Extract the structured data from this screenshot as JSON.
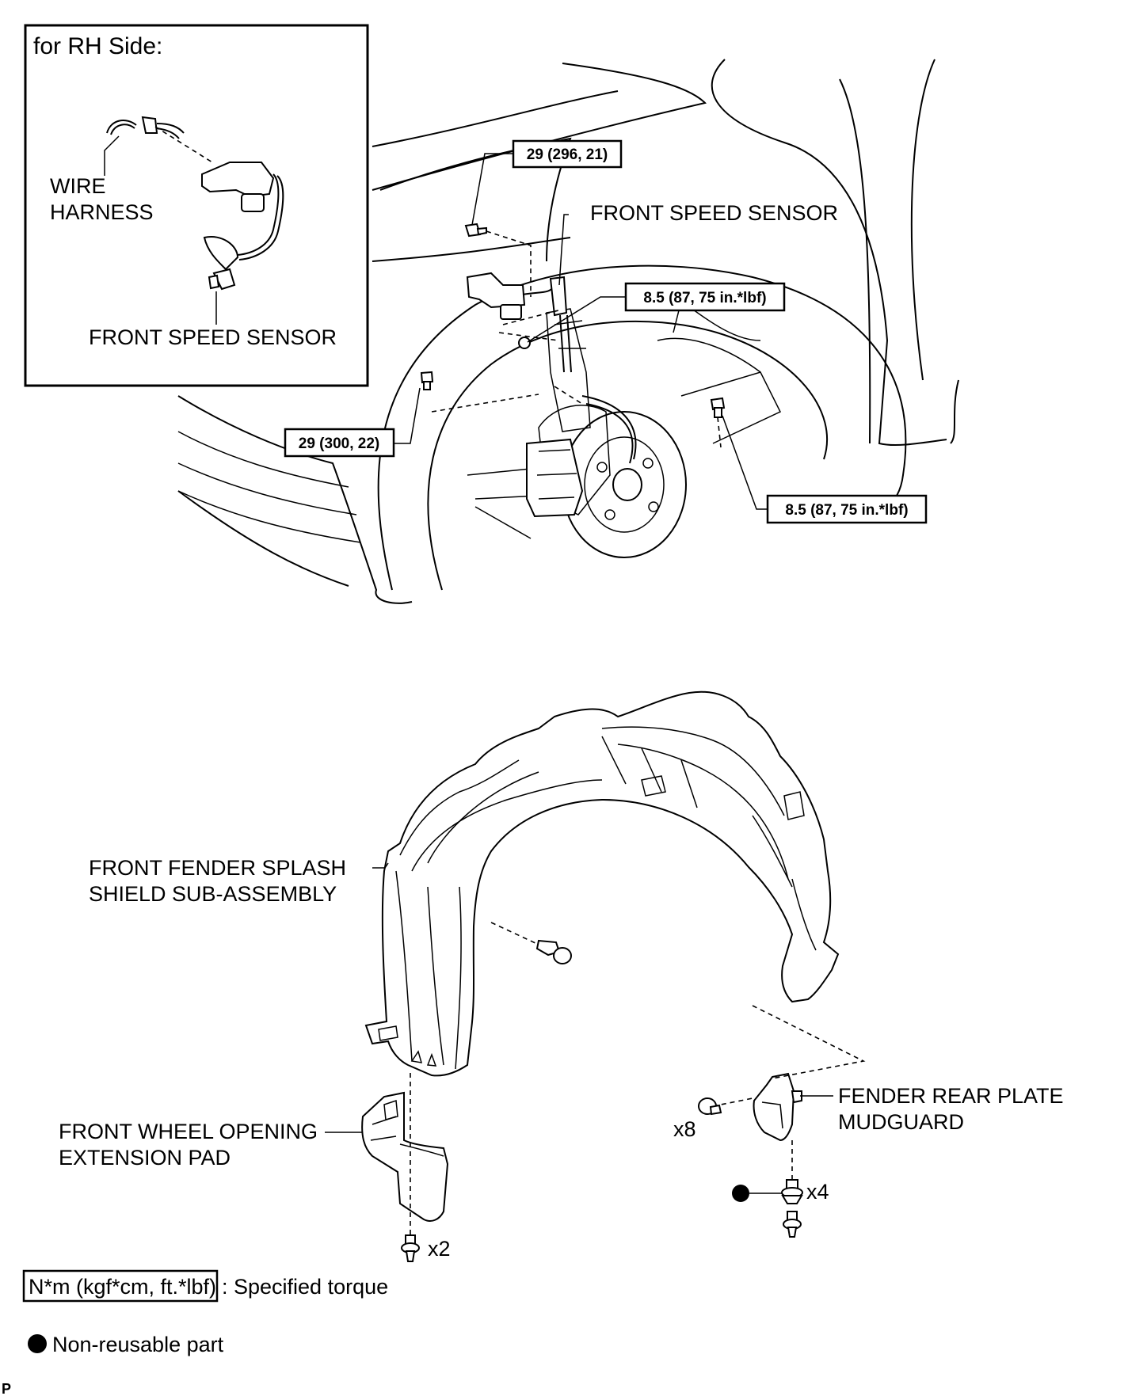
{
  "inset": {
    "title": "for RH Side:",
    "wire_harness_line1": "WIRE",
    "wire_harness_line2": "HARNESS",
    "sensor_label": "FRONT SPEED SENSOR"
  },
  "upper": {
    "sensor_label": "FRONT SPEED SENSOR",
    "torque_1": "29 (296, 21)",
    "torque_2": "8.5 (87, 75 in.*lbf)",
    "torque_3": "29 (300, 22)",
    "torque_4": "8.5 (87, 75 in.*lbf)"
  },
  "lower": {
    "shield_line1": "FRONT FENDER SPLASH",
    "shield_line2": "SHIELD SUB-ASSEMBLY",
    "pad_line1": "FRONT WHEEL OPENING",
    "pad_line2": "EXTENSION PAD",
    "mudguard_line1": "FENDER REAR PLATE",
    "mudguard_line2": "MUDGUARD",
    "qty_x2": "x2",
    "qty_x8": "x8",
    "qty_x4": "x4"
  },
  "legend": {
    "torque_unit": "N*m (kgf*cm, ft.*lbf)",
    "torque_desc": ": Specified torque",
    "nonreusable": "Non-reusable part",
    "corner_mark": "P"
  },
  "icons": [
    "non-reusable-dot-icon",
    "bolt-icon",
    "clip-icon",
    "screw-icon"
  ]
}
